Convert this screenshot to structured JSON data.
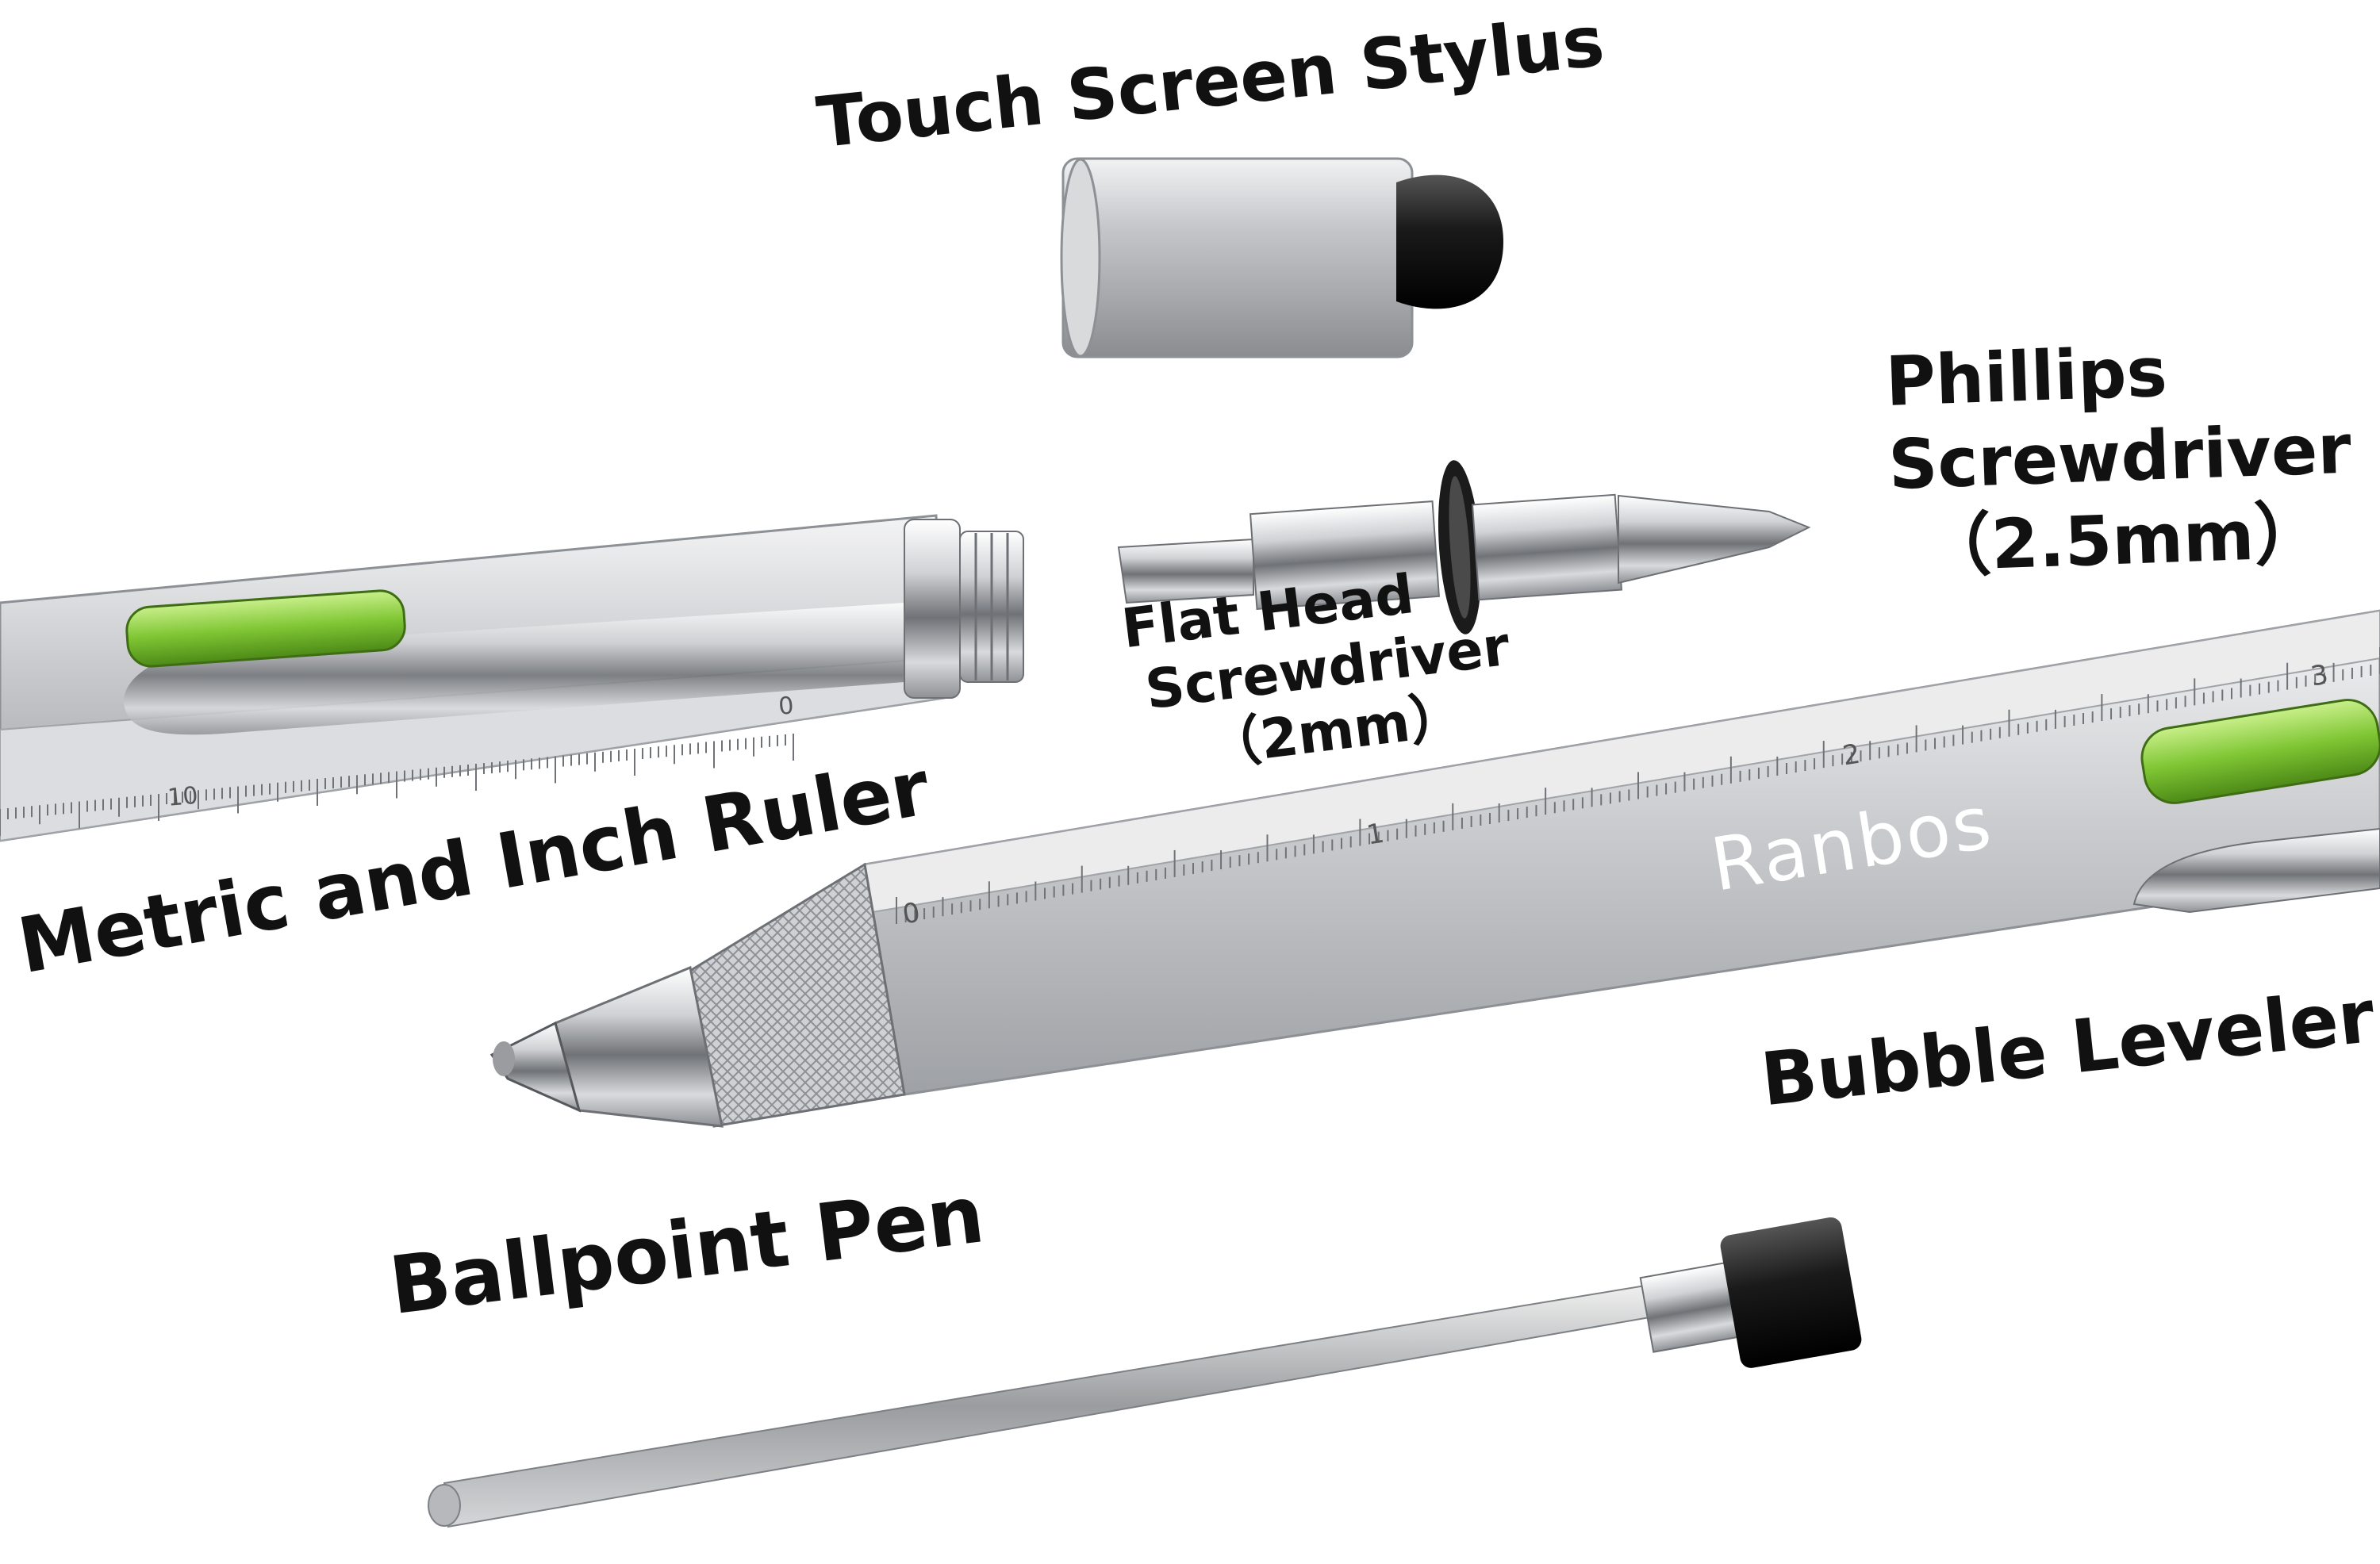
{
  "colors": {
    "background": "#ffffff",
    "text": "#111111",
    "metal_light": "#e6e6e8",
    "metal_mid": "#b9bbbe",
    "metal_dark": "#7d8084",
    "bubble_green": "#7fc634",
    "black_part": "#1a1a1a"
  },
  "labels": {
    "touch_screen_stylus": "Touch Screen Stylus",
    "phillips_screwdriver": [
      "Phillips",
      "Screwdriver",
      "（2.5mm）"
    ],
    "flat_head_screwdriver": [
      "Flat Head",
      "Screwdriver",
      "（2mm）"
    ],
    "metric_inch_ruler": "Metric and Inch Ruler",
    "bubble_leveler": "Bubble Leveler",
    "ballpoint_pen": "Ballpoint Pen"
  },
  "brand": "Ranbos",
  "ruler_marks": {
    "pen_inch_numbers": [
      "0",
      "1",
      "2",
      "3"
    ],
    "cap_metric_numbers": [
      "0",
      "10"
    ]
  },
  "components": [
    "stylus-cap-icon",
    "screwdriver-bit-icon",
    "pen-cap-body-icon",
    "pen-body-icon",
    "ink-refill-icon"
  ]
}
